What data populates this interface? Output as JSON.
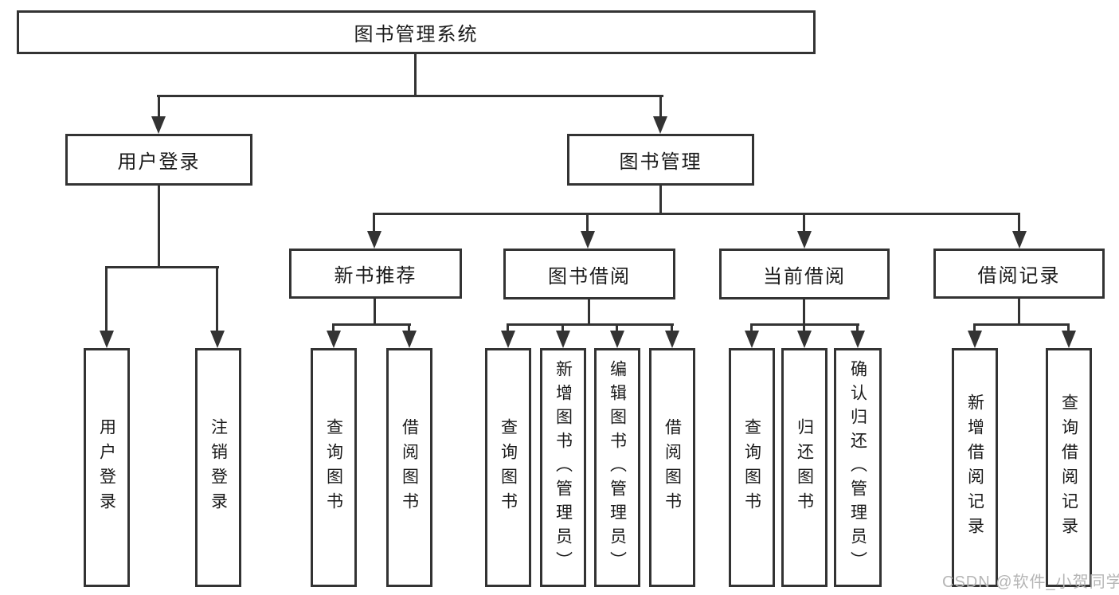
{
  "diagram": {
    "title": "图书管理系统",
    "level2": [
      {
        "label": "用户登录"
      },
      {
        "label": "图书管理"
      }
    ],
    "level3": [
      {
        "label": "新书推荐"
      },
      {
        "label": "图书借阅"
      },
      {
        "label": "当前借阅"
      },
      {
        "label": "借阅记录"
      }
    ],
    "leaves": [
      {
        "label": "用户登录"
      },
      {
        "label": "注销登录"
      },
      {
        "label": "查询图书"
      },
      {
        "label": "借阅图书"
      },
      {
        "label": "查询图书"
      },
      {
        "label": "新增图书（管理员）"
      },
      {
        "label": "编辑图书（管理员）"
      },
      {
        "label": "借阅图书"
      },
      {
        "label": "查询图书"
      },
      {
        "label": "归还图书"
      },
      {
        "label": "确认归还（管理员）"
      },
      {
        "label": "新增借阅记录"
      },
      {
        "label": "查询借阅记录"
      }
    ]
  },
  "watermark": {
    "text": "CSDN @软件_小贺同学"
  },
  "colors": {
    "line": "#333333",
    "box_border": "#333333",
    "text": "#1a1a1a",
    "watermark": "#b5b5b5",
    "background": "#ffffff"
  }
}
